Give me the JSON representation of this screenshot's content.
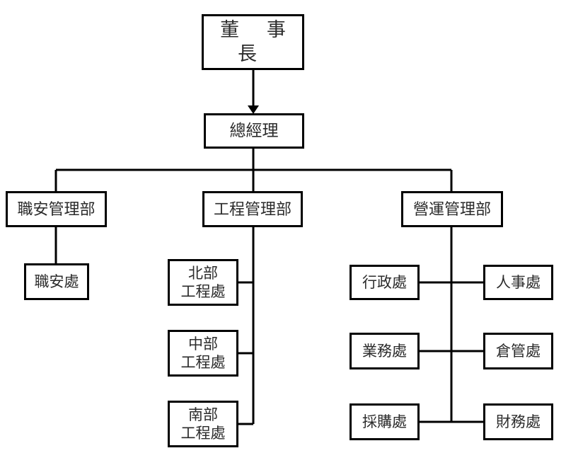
{
  "org_chart": {
    "chairman": {
      "label": "董 事 長"
    },
    "general_manager": {
      "label": "總經理"
    },
    "departments": [
      {
        "label": "職安管理部",
        "children": [
          {
            "label": "職安處"
          }
        ]
      },
      {
        "label": "工程管理部",
        "children": [
          {
            "label": "北部\n工程處"
          },
          {
            "label": "中部\n工程處"
          },
          {
            "label": "南部\n工程處"
          }
        ]
      },
      {
        "label": "營運管理部",
        "children_left": [
          {
            "label": "行政處"
          },
          {
            "label": "業務處"
          },
          {
            "label": "採購處"
          }
        ],
        "children_right": [
          {
            "label": "人事處"
          },
          {
            "label": "倉管處"
          },
          {
            "label": "財務處"
          }
        ]
      }
    ]
  },
  "colors": {
    "line": "#000000",
    "box_border": "#000000",
    "background": "#ffffff"
  }
}
